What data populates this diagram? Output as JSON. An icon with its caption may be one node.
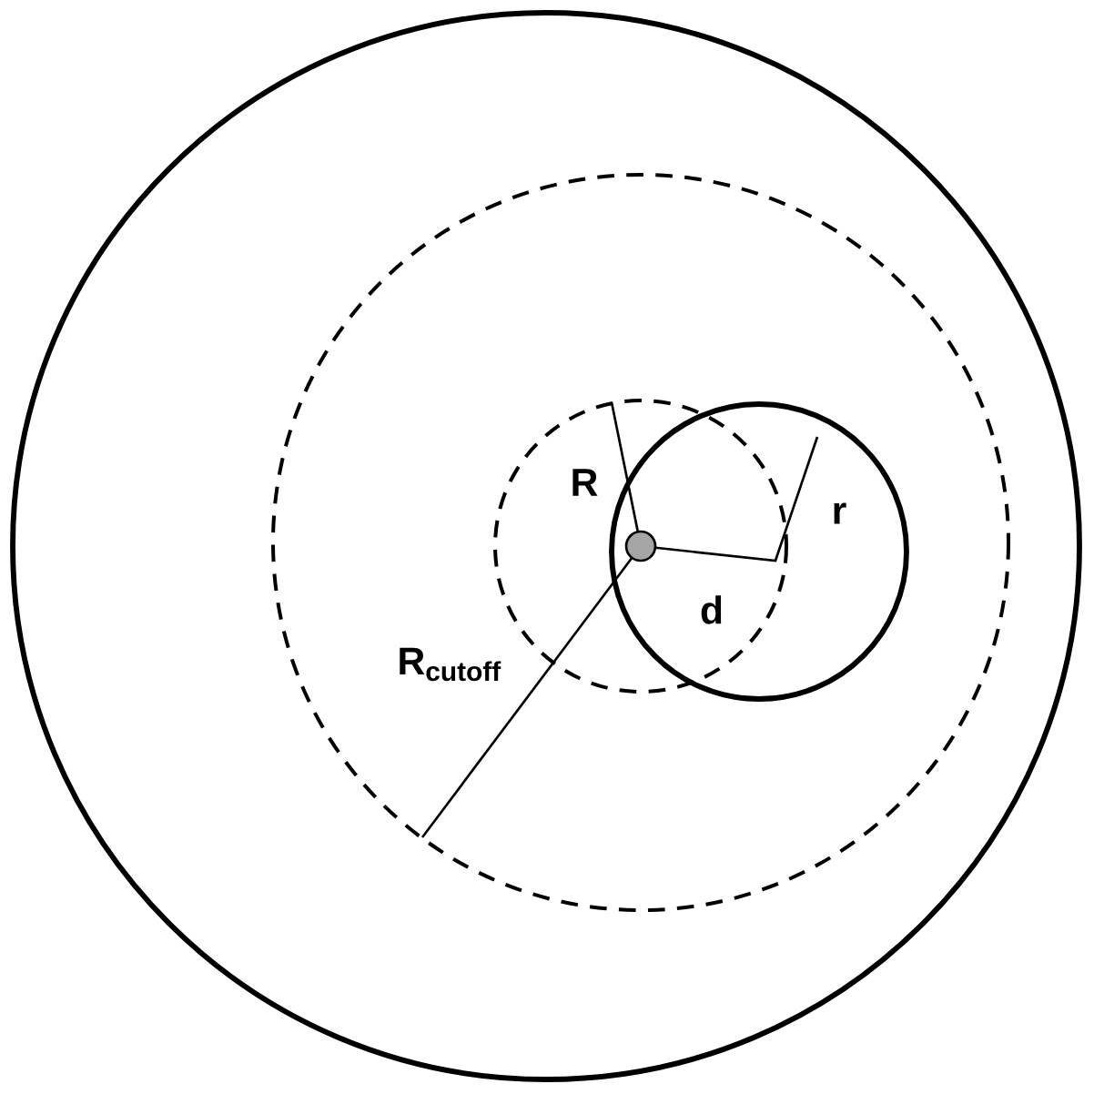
{
  "diagram": {
    "labels": [
      "R",
      "r",
      "d",
      "R$_{cutoff}$"
    ]
  }
}
